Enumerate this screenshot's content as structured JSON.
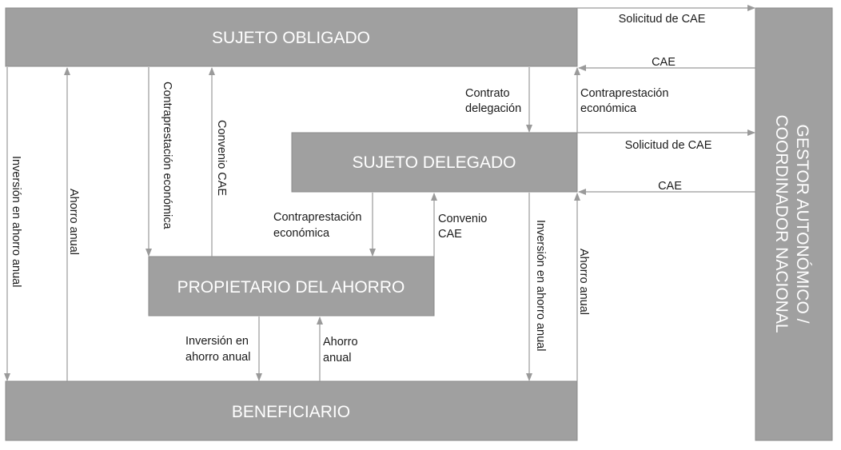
{
  "boxes": {
    "sujeto_obligado": "SUJETO OBLIGADO",
    "sujeto_delegado": "SUJETO DELEGADO",
    "propietario": "PROPIETARIO DEL AHORRO",
    "beneficiario": "BENEFICIARIO",
    "gestor_line1": "GESTOR AUTONÓMICO /",
    "gestor_line2": "COORDINADOR NACIONAL"
  },
  "colors": {
    "box_fill": "#a0a0a0",
    "box_text": "#ffffff",
    "arrow": "#9a9a9a",
    "label_text": "#1a1a1a"
  },
  "edges": {
    "solicitud_cae_top": "Solicitud de CAE",
    "cae_top": "CAE",
    "solicitud_cae_mid": "Solicitud de CAE",
    "cae_mid": "CAE",
    "contrato_delegacion_1": "Contrato",
    "contrato_delegacion_2": "delegación",
    "contraprestacion_right_1": "Contraprestación",
    "contraprestacion_right_2": "económica",
    "contraprestacion_left": "Contraprestación económica",
    "convenio_cae_left": "Convenio CAE",
    "inversion_left": "Inversión en ahorro anual",
    "ahorro_left": "Ahorro anual",
    "contraprestacion_mid_1": "Contraprestación",
    "contraprestacion_mid_2": "económica",
    "convenio_cae_mid_1": "Convenio",
    "convenio_cae_mid_2": "CAE",
    "inversion_right": "Inversión en ahorro anual",
    "ahorro_right": "Ahorro anual",
    "inversion_bottom_1": "Inversión en",
    "inversion_bottom_2": "ahorro anual",
    "ahorro_bottom_1": "Ahorro",
    "ahorro_bottom_2": "anual"
  }
}
